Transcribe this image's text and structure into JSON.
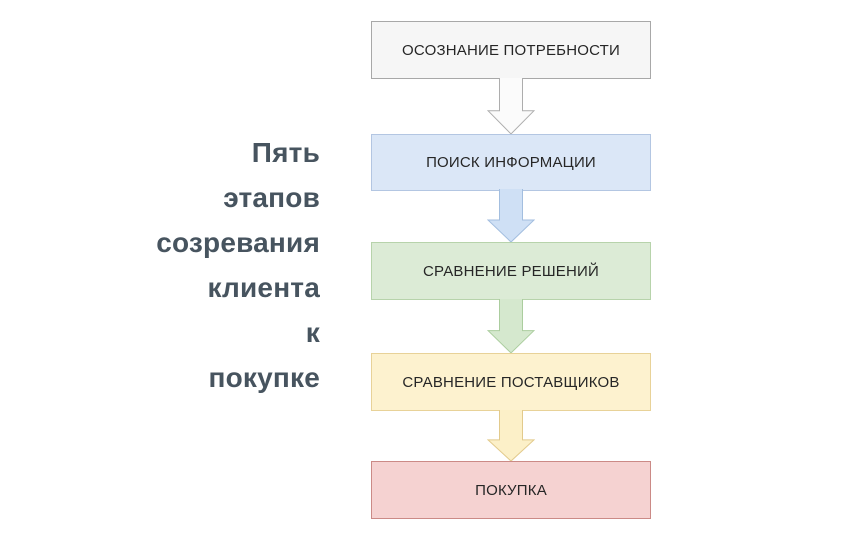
{
  "page": {
    "background": "#ffffff"
  },
  "title": {
    "text": "Пять этапов созревания клиента к покупке",
    "lines": [
      "Пять",
      "этапов",
      "созревания",
      "клиента",
      "к",
      "покупке"
    ],
    "color": "#47545f"
  },
  "flow": {
    "text_color": "#262626",
    "stages": [
      {
        "label": "ОСОЗНАНИЕ ПОТРЕБНОСТИ",
        "colors": {
          "fill": "#f6f6f6",
          "border": "#a8a8a8",
          "arrow_fill": "#fbfbfb",
          "arrow_border": "#adadad"
        }
      },
      {
        "label": "ПОИСК ИНФОРМАЦИИ",
        "colors": {
          "fill": "#dbe7f7",
          "border": "#b3c6e2",
          "arrow_fill": "#cfe0f5",
          "arrow_border": "#a3bedf"
        }
      },
      {
        "label": "СРАВНЕНИЕ РЕШЕНИЙ",
        "colors": {
          "fill": "#dcebd6",
          "border": "#b7d3ab",
          "arrow_fill": "#d5e8ce",
          "arrow_border": "#abcd9e"
        }
      },
      {
        "label": "СРАВНЕНИЕ ПОСТАВЩИКОВ",
        "colors": {
          "fill": "#fdf2cf",
          "border": "#e8d298",
          "arrow_fill": "#fcf0c8",
          "arrow_border": "#e2ca8c"
        }
      },
      {
        "label": "ПОКУПКА",
        "colors": {
          "fill": "#f5d2d1",
          "border": "#cb8a86"
        }
      }
    ]
  }
}
